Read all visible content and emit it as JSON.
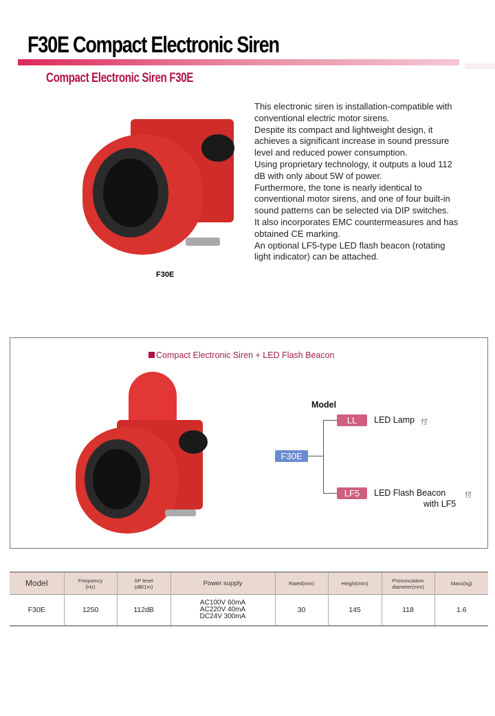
{
  "title": "F30E  Compact Electronic Siren",
  "subtitle": "Compact Electronic Siren F30E",
  "description": [
    "This electronic siren is installation-compatible with conventional electric motor sirens.",
    "Despite its compact and lightweight design, it achieves a significant increase in sound pressure level and reduced power consumption.",
    "Using proprietary technology, it outputs a loud 112 dB with only about 5W of power.",
    "Furthermore, the tone is nearly identical to conventional motor sirens, and one of four built-in sound patterns can be selected via DIP switches.",
    "It also incorporates EMC countermeasures and has obtained CE marking.",
    "An optional LF5-type LED flash beacon (rotating light indicator) can be attached."
  ],
  "image_caption": "F30E",
  "option_box": {
    "heading": "Compact Electronic Siren + LED Flash Beacon",
    "model_label": "Model",
    "root": "F30E",
    "branches": [
      {
        "code": "LL",
        "label": "LED Lamp",
        "mark": "付"
      },
      {
        "code": "LF5",
        "label": "LED Flash Beacon",
        "mark": "付",
        "sub": "with LF5"
      }
    ]
  },
  "table": {
    "headers": [
      "Model",
      "Frequency\n(Hz)",
      "SP level\n(dB/1m)",
      "Power supply",
      "Rated(min)",
      "Height(mm)",
      "Pronunciation\ndiameter(mm)",
      "Mass(kg)"
    ],
    "rows": [
      [
        "F30E",
        "1250",
        "112dB",
        [
          "AC100V  60mA",
          "AC220V  40mA",
          "DC24V  300mA"
        ],
        "30",
        "145",
        "118",
        "1.6"
      ]
    ]
  },
  "colors": {
    "accent": "#b0144a",
    "tag_pink": "#cf5f7e",
    "tag_blue": "#6a8bcf",
    "siren_red": "#d8332f"
  }
}
